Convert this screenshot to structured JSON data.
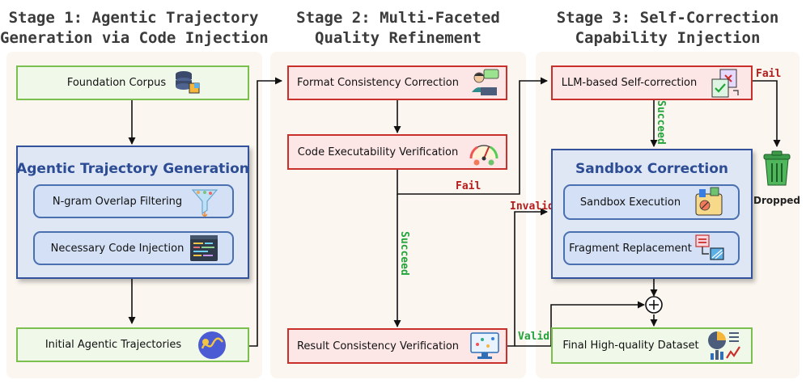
{
  "stages": [
    {
      "title_line1": "Stage 1: Agentic Trajectory",
      "title_line2": "Generation via Code Injection"
    },
    {
      "title_line1": "Stage 2: Multi-Faceted",
      "title_line2": "Quality Refinement"
    },
    {
      "title_line1": "Stage 3: Self-Correction",
      "title_line2": "Capability Injection"
    }
  ],
  "stage1": {
    "foundation_corpus": "Foundation Corpus",
    "group_title": "Agentic Trajectory Generation",
    "ngram_filter": "N-gram Overlap Filtering",
    "code_injection": "Necessary Code Injection",
    "initial_trajectories": "Initial Agentic Trajectories"
  },
  "stage2": {
    "format_correction": "Format Consistency Correction",
    "code_verification": "Code Executability Verification",
    "result_verification": "Result Consistency Verification"
  },
  "stage3": {
    "self_correction": "LLM-based Self-correction",
    "group_title": "Sandbox Correction",
    "sandbox_execution": "Sandbox Execution",
    "fragment_replacement": "Fragment Replacement",
    "final_dataset": "Final High-quality Dataset",
    "dropped": "Dropped"
  },
  "edge_labels": {
    "fail_stage2": "Fail",
    "succeed_stage2": "Succeed",
    "invalid": "Invalid",
    "valid": "Valid",
    "fail_stage3": "Fail",
    "succeed_stage3": "Succeed"
  },
  "colors": {
    "green_border": "#7bbf4e",
    "red_border": "#c9302c",
    "blue_border": "#34529c",
    "fail_red": "#b71c1c",
    "succeed_green": "#22a43a"
  },
  "icons": [
    "database-icon",
    "funnel-icon",
    "code-editor-icon",
    "trajectory-icon",
    "person-laptop-icon",
    "gauge-icon",
    "monitor-chart-icon",
    "self-correction-icon",
    "sandbox-icon",
    "fragment-icon",
    "dashboard-icon",
    "trash-icon",
    "plus-circle-icon"
  ]
}
